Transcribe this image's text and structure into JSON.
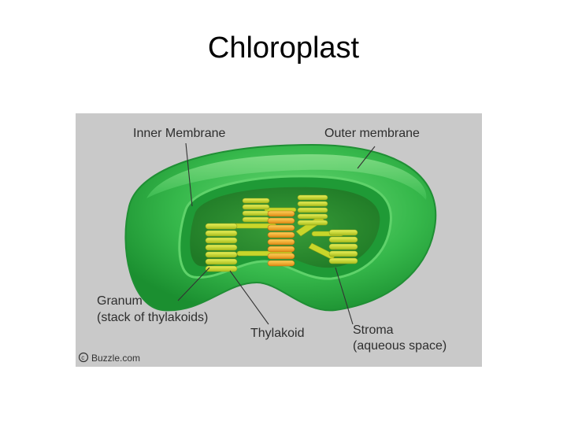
{
  "slide": {
    "title": "Chloroplast"
  },
  "diagram": {
    "labels": {
      "inner_membrane": "Inner Membrane",
      "outer_membrane": "Outer membrane",
      "granum_line1": "Granum",
      "granum_line2": "(stack of thylakoids)",
      "thylakoid": "Thylakoid",
      "stroma_line1": "Stroma",
      "stroma_line2": "(aqueous space)"
    },
    "credit": "Buzzle.com",
    "colors": {
      "background": "#c9c9c9",
      "outer_membrane": "#2fb24a",
      "inner_membrane": "#1f9a36",
      "stroma": "#2c8a2e",
      "thylakoid_green": "#c8d62a",
      "thylakoid_orange": "#f2a423"
    }
  }
}
